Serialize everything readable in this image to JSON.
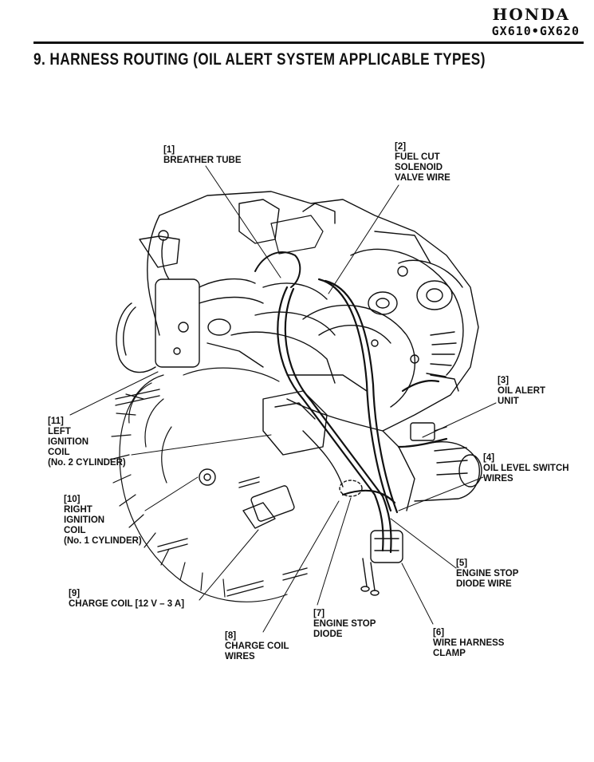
{
  "header": {
    "brand": "HONDA",
    "model": "GX610•GX620"
  },
  "section_title": "9. HARNESS ROUTING (OIL ALERT SYSTEM APPLICABLE TYPES)",
  "callouts": [
    {
      "num": "[1]",
      "lines": [
        "BREATHER TUBE"
      ]
    },
    {
      "num": "[2]",
      "lines": [
        "FUEL CUT",
        "SOLENOID",
        "VALVE WIRE"
      ]
    },
    {
      "num": "[3]",
      "lines": [
        "OIL ALERT",
        "UNIT"
      ]
    },
    {
      "num": "[4]",
      "lines": [
        "OIL LEVEL SWITCH",
        "WIRES"
      ]
    },
    {
      "num": "[5]",
      "lines": [
        "ENGINE STOP",
        "DIODE WIRE"
      ]
    },
    {
      "num": "[6]",
      "lines": [
        "WIRE HARNESS",
        "CLAMP"
      ]
    },
    {
      "num": "[7]",
      "lines": [
        "ENGINE STOP",
        "DIODE"
      ]
    },
    {
      "num": "[8]",
      "lines": [
        "CHARGE COIL",
        "WIRES"
      ]
    },
    {
      "num": "[9]",
      "lines": [
        "CHARGE COIL [12 V – 3 A]"
      ]
    },
    {
      "num": "[10]",
      "lines": [
        "RIGHT",
        "IGNITION",
        "COIL",
        "(No. 1 CYLINDER)"
      ]
    },
    {
      "num": "[11]",
      "lines": [
        "LEFT",
        "IGNITION",
        "COIL",
        "(No. 2 CYLINDER)"
      ]
    }
  ]
}
